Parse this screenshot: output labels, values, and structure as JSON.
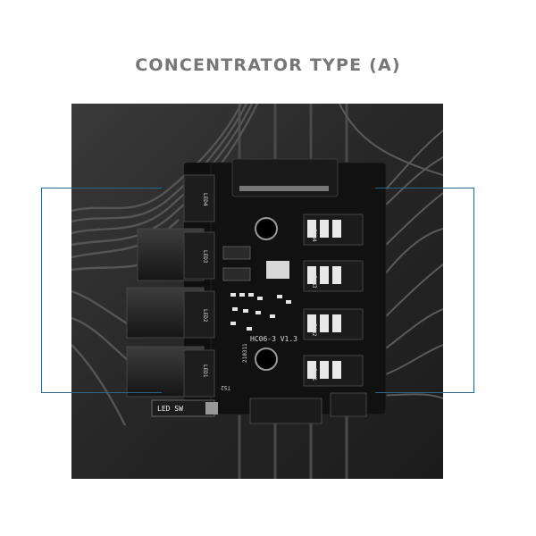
{
  "title": "CONCENTRATOR TYPE (A)",
  "board": {
    "model": "HC06-3  V1.3",
    "date_code": "210311",
    "fan_labels": [
      "FAN4",
      "FAN3",
      "FAN2",
      "FAN1"
    ],
    "led_labels": [
      "LED4",
      "LED3",
      "LED2",
      "LED1"
    ],
    "led_switch_label": "LED SW",
    "ts_label": "TS2"
  },
  "colors": {
    "bracket": "#2c6486",
    "title": "#777777",
    "pcb": "#0f0f0f",
    "case": "#2a2a2a"
  }
}
